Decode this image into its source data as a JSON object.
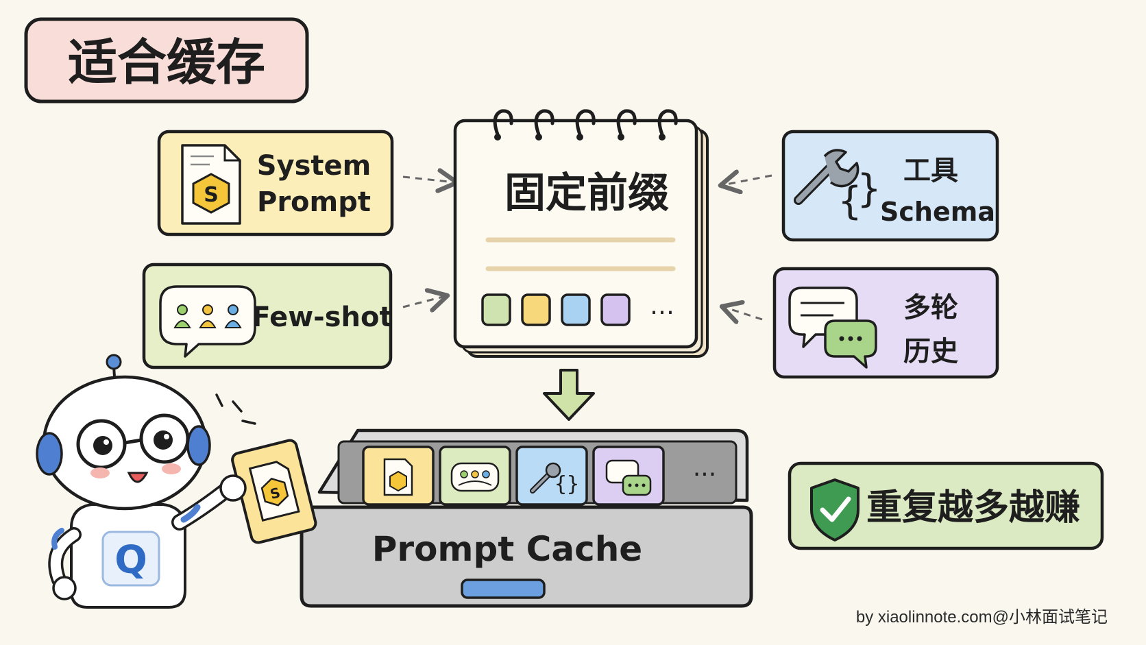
{
  "title": "适合缓存",
  "sources": {
    "system_prompt": {
      "line1": "System",
      "line2": "Prompt",
      "icon": "document-s-icon",
      "color": "#fbeeb8"
    },
    "few_shot": {
      "label": "Few-shot",
      "icon": "people-chat-icon",
      "color": "#e6efc8"
    },
    "tool_schema": {
      "line1": "工具",
      "line2": "Schema",
      "icon": "wrench-braces-icon",
      "color": "#d6e8f8"
    },
    "multi_turn": {
      "line1": "多轮",
      "line2": "历史",
      "icon": "chat-bubbles-icon",
      "color": "#e6dcf5"
    }
  },
  "notebook": {
    "title": "固定前缀",
    "ellipsis": "…",
    "block_colors": [
      "#cfe3b0",
      "#f7d97c",
      "#a9d2f2",
      "#d6c2ee"
    ]
  },
  "cache": {
    "label": "Prompt Cache",
    "ellipsis": "···",
    "slot_colors": [
      "#fbe49a",
      "#dcebc0",
      "#b9dbf6",
      "#dccdf2"
    ]
  },
  "badge": {
    "label": "重复越多越赚",
    "icon": "shield-check-icon",
    "color": "#dbeac2"
  },
  "robot": {
    "chest_letter": "Q",
    "card_letter": "S"
  },
  "credit": "by xiaolinnote.com@小林面试笔记"
}
